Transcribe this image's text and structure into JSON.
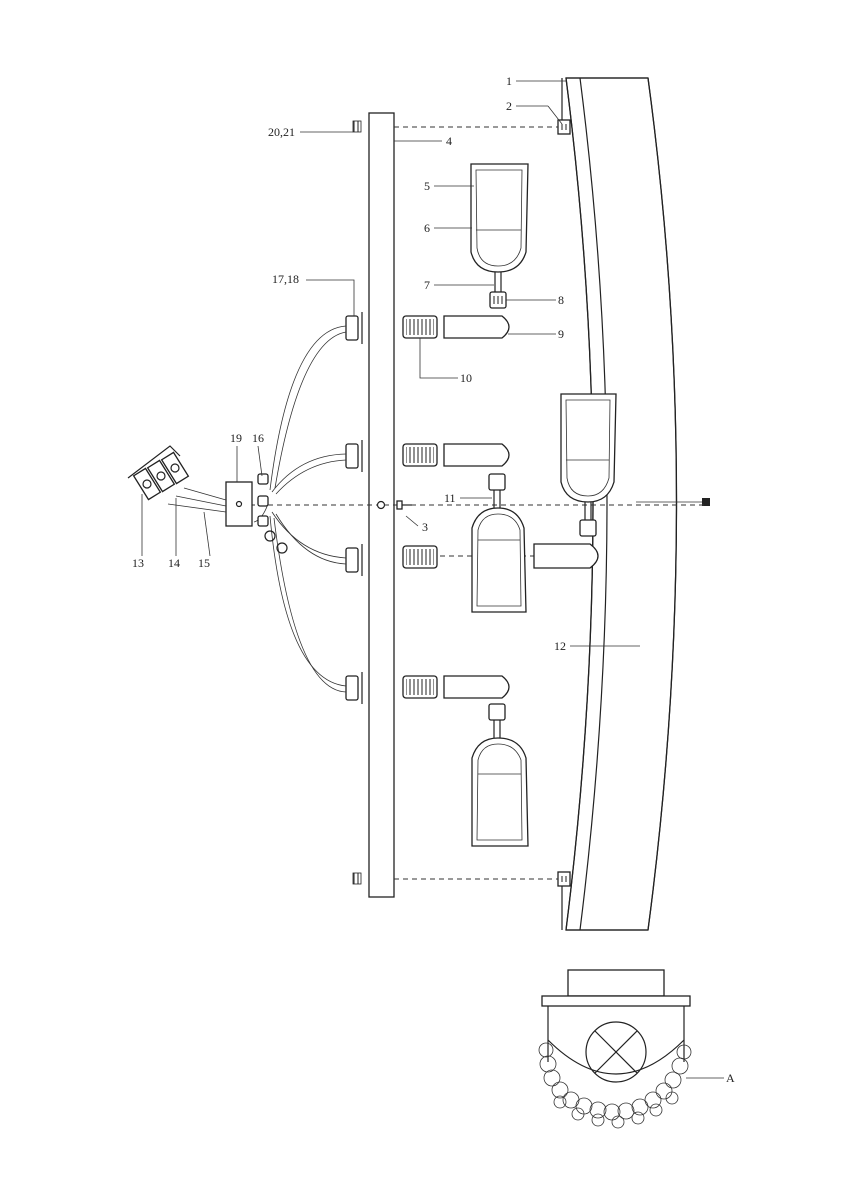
{
  "diagram": {
    "labels": {
      "l1": "1",
      "l2": "2",
      "l3": "3",
      "l4": "4",
      "l5": "5",
      "l6": "6",
      "l7": "7",
      "l8": "8",
      "l9": "9",
      "l10": "10",
      "l11": "11",
      "l12": "12",
      "l13": "13",
      "l14": "14",
      "l15": "15",
      "l16": "16",
      "l17_18": "17,18",
      "l19": "19",
      "l20_21": "20,21",
      "lA": "A"
    }
  },
  "colors": {
    "ink": "#222222",
    "paper": "#ffffff",
    "crystal": "#555555"
  }
}
